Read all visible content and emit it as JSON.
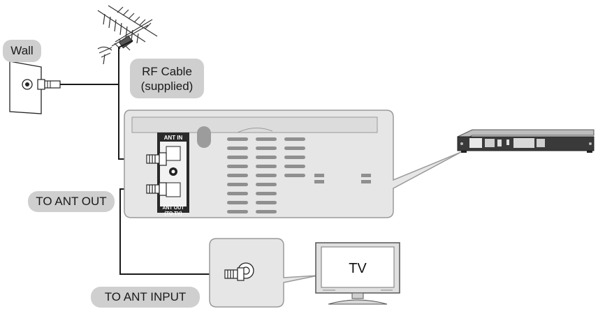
{
  "labels": {
    "wall": "Wall",
    "rf_cable_line1": "RF Cable",
    "rf_cable_line2": "(supplied)",
    "to_ant_out": "TO ANT OUT",
    "to_ant_input": "TO ANT INPUT"
  },
  "panel": {
    "ant_in": "ANT IN",
    "ant_out_line1": "ANT OUT",
    "ant_out_line2": "(TO TV)"
  },
  "tv": {
    "label": "TV"
  },
  "colors": {
    "label_bg": "#cfcfcf",
    "panel_bg": "#e6e6e6",
    "panel_border": "#9a9a9a",
    "cable": "#1a1a1a"
  }
}
